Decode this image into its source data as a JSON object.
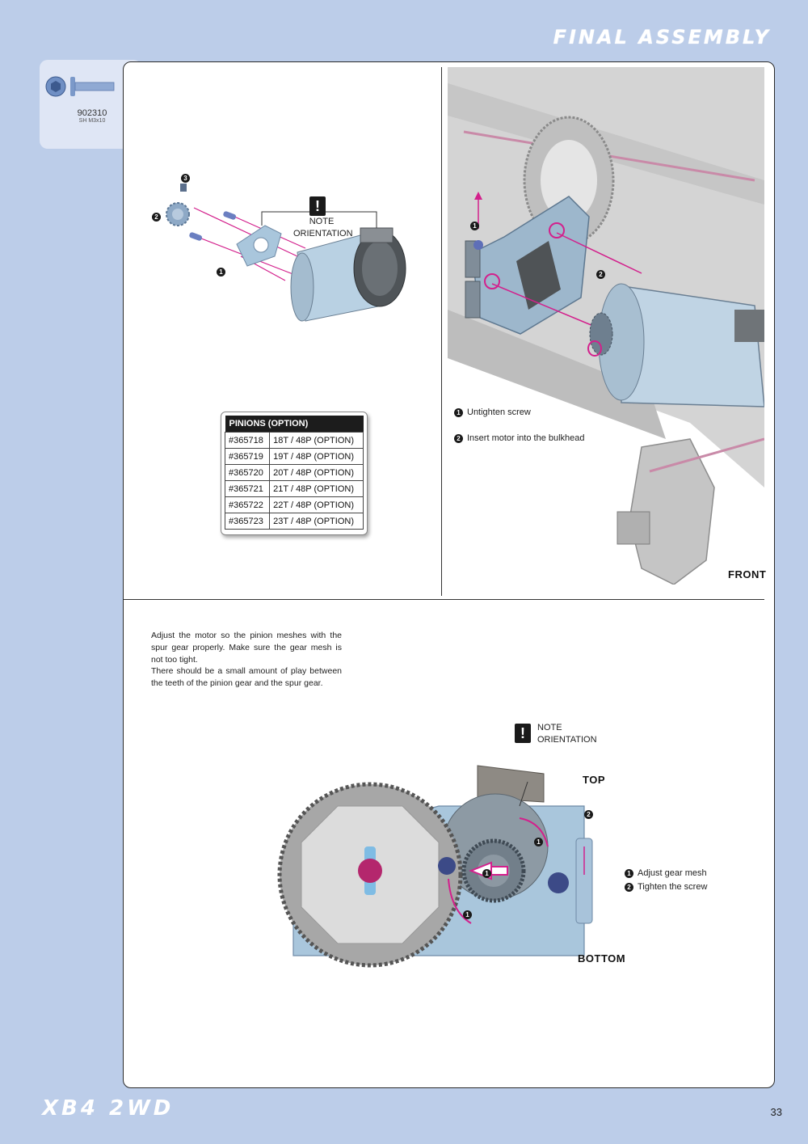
{
  "header": {
    "title": "FINAL ASSEMBLY"
  },
  "part": {
    "number": "902310",
    "desc": "SH M3x10"
  },
  "upper_left": {
    "note_label_1": "NOTE",
    "note_label_2": "ORIENTATION",
    "callouts": [
      "1",
      "2",
      "3"
    ],
    "table": {
      "title": "PINIONS (OPTION)",
      "rows": [
        {
          "part": "#365718",
          "desc": "18T / 48P (OPTION)"
        },
        {
          "part": "#365719",
          "desc": "19T / 48P (OPTION)"
        },
        {
          "part": "#365720",
          "desc": "20T / 48P (OPTION)"
        },
        {
          "part": "#365721",
          "desc": "21T / 48P (OPTION)"
        },
        {
          "part": "#365722",
          "desc": "22T / 48P (OPTION)"
        },
        {
          "part": "#365723",
          "desc": "23T / 48P (OPTION)"
        }
      ]
    }
  },
  "upper_right": {
    "steps": [
      {
        "num": "1",
        "text": "Untighten screw"
      },
      {
        "num": "2",
        "text": "Insert motor into the bulkhead"
      }
    ],
    "callouts": [
      "1",
      "2"
    ],
    "orientation": "FRONT"
  },
  "lower": {
    "paragraph_1": "Adjust the motor so the pinion meshes with the spur gear properly. Make sure the gear mesh is not too tight.",
    "paragraph_2": "There should be a small amount of play between the teeth of the pinion gear and the spur gear.",
    "note_label_1": "NOTE",
    "note_label_2": "ORIENTATION",
    "top_label": "TOP",
    "bottom_label": "BOTTOM",
    "steps": [
      {
        "num": "1",
        "text": "Adjust gear mesh"
      },
      {
        "num": "2",
        "text": "Tighten the screw"
      }
    ],
    "callouts": [
      "1",
      "1",
      "1",
      "2"
    ]
  },
  "footer": {
    "model": "XB4 2WD",
    "page": "33"
  },
  "colors": {
    "background": "#bccde9",
    "accent": "#d3208c",
    "part_blue": "#a9c6dc"
  }
}
